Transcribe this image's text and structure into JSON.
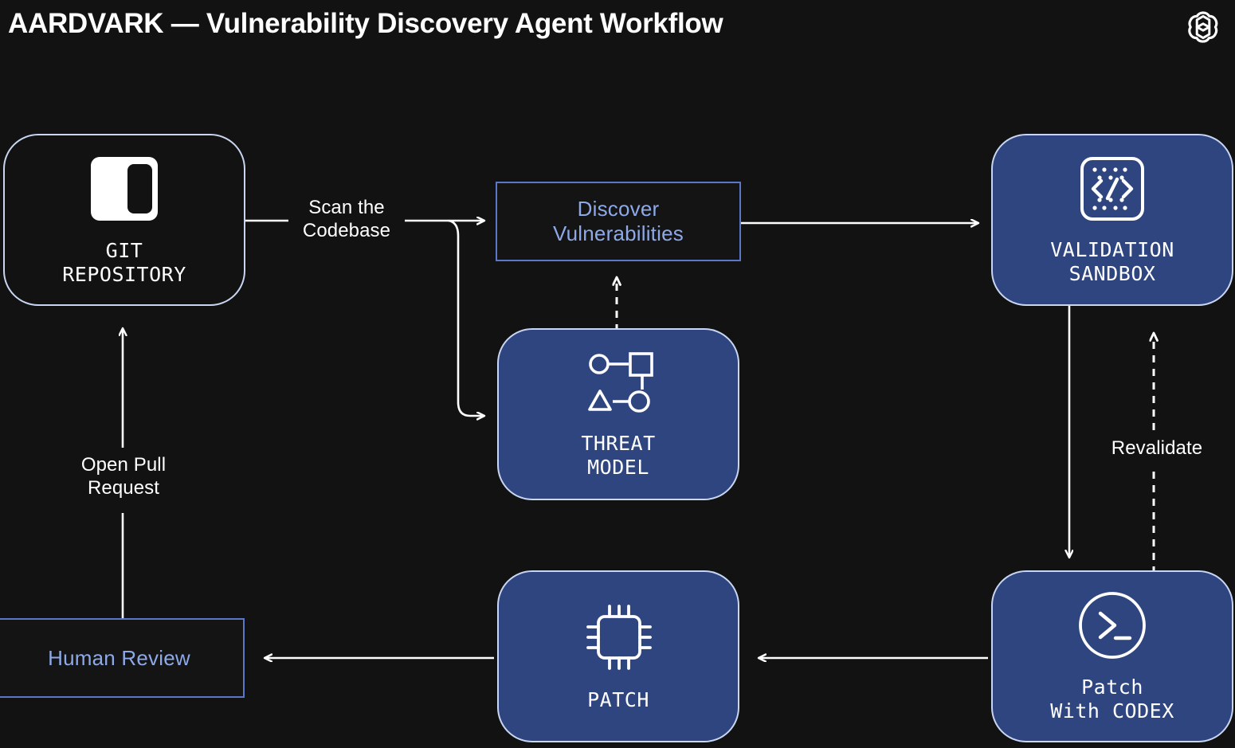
{
  "header": {
    "title": "AARDVARK — Vulnerability Discovery Agent Workflow",
    "logo_icon": "openai-logo-icon"
  },
  "theme": {
    "background": "#121212",
    "node_fill_blue": "#2f4580",
    "node_border_light": "#c9d6f2",
    "accent_blue_text": "#8ea9e8",
    "rect_border_blue": "#5a77c8",
    "edge_stroke": "#ffffff"
  },
  "nodes": [
    {
      "id": "git-repository",
      "label": "GIT\nREPOSITORY",
      "icon": "repository-icon",
      "shape": "pill",
      "style": "dark"
    },
    {
      "id": "discover-vulnerabilities",
      "label": "Discover\nVulnerabilities",
      "icon": null,
      "shape": "rect",
      "style": "outline-blue"
    },
    {
      "id": "validation-sandbox",
      "label": "VALIDATION\nSANDBOX",
      "icon": "code-brackets-icon",
      "shape": "pill",
      "style": "blue"
    },
    {
      "id": "threat-model",
      "label": "THREAT\nMODEL",
      "icon": "node-graph-icon",
      "shape": "pill",
      "style": "blue"
    },
    {
      "id": "patch",
      "label": "PATCH",
      "icon": "cpu-chip-icon",
      "shape": "pill",
      "style": "blue"
    },
    {
      "id": "patch-with-codex",
      "label": "Patch\nWith CODEX",
      "icon": "terminal-prompt-icon",
      "shape": "pill",
      "style": "blue"
    },
    {
      "id": "human-review",
      "label": "Human Review",
      "icon": null,
      "shape": "rect",
      "style": "outline-blue"
    }
  ],
  "edges": [
    {
      "id": "scan-the-codebase",
      "from": "git-repository",
      "to": "discover-vulnerabilities",
      "label": "Scan the\nCodebase",
      "style": "solid"
    },
    {
      "id": "scan-branch-to-threat-model",
      "from": "git-repository",
      "to": "threat-model",
      "label": "",
      "style": "solid"
    },
    {
      "id": "discover-to-validation",
      "from": "discover-vulnerabilities",
      "to": "validation-sandbox",
      "label": "",
      "style": "solid"
    },
    {
      "id": "threat-model-to-discover",
      "from": "threat-model",
      "to": "discover-vulnerabilities",
      "label": "",
      "style": "dashed"
    },
    {
      "id": "validation-to-codex",
      "from": "validation-sandbox",
      "to": "patch-with-codex",
      "label": "",
      "style": "solid"
    },
    {
      "id": "revalidate",
      "from": "patch-with-codex",
      "to": "validation-sandbox",
      "label": "Revalidate",
      "style": "dashed"
    },
    {
      "id": "codex-to-patch",
      "from": "patch-with-codex",
      "to": "patch",
      "label": "",
      "style": "solid"
    },
    {
      "id": "patch-to-human-review",
      "from": "patch",
      "to": "human-review",
      "label": "",
      "style": "solid"
    },
    {
      "id": "open-pull-request",
      "from": "human-review",
      "to": "git-repository",
      "label": "Open Pull\nRequest",
      "style": "solid"
    }
  ]
}
